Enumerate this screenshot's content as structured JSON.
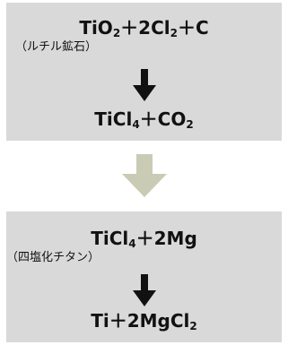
{
  "process_1": {
    "reactants": {
      "t1": "TiO",
      "s1": "2",
      "t2": "＋2Cl",
      "s2": "2",
      "t3": "＋C"
    },
    "note": "（ルチル鉱石）",
    "products": {
      "t1": "TiCl",
      "s1": "4",
      "t2": "＋CO",
      "s2": "2"
    }
  },
  "process_2": {
    "reactants": {
      "t1": "TiCl",
      "s1": "4",
      "t2": "＋2Mg"
    },
    "note": "（四塩化チタン）",
    "products": {
      "t1": "Ti＋2MgCl",
      "s1": "2"
    }
  },
  "colors": {
    "box": "#d9d9d9",
    "arrow_dark": "#111111",
    "arrow_light": "#c9cbb4"
  }
}
